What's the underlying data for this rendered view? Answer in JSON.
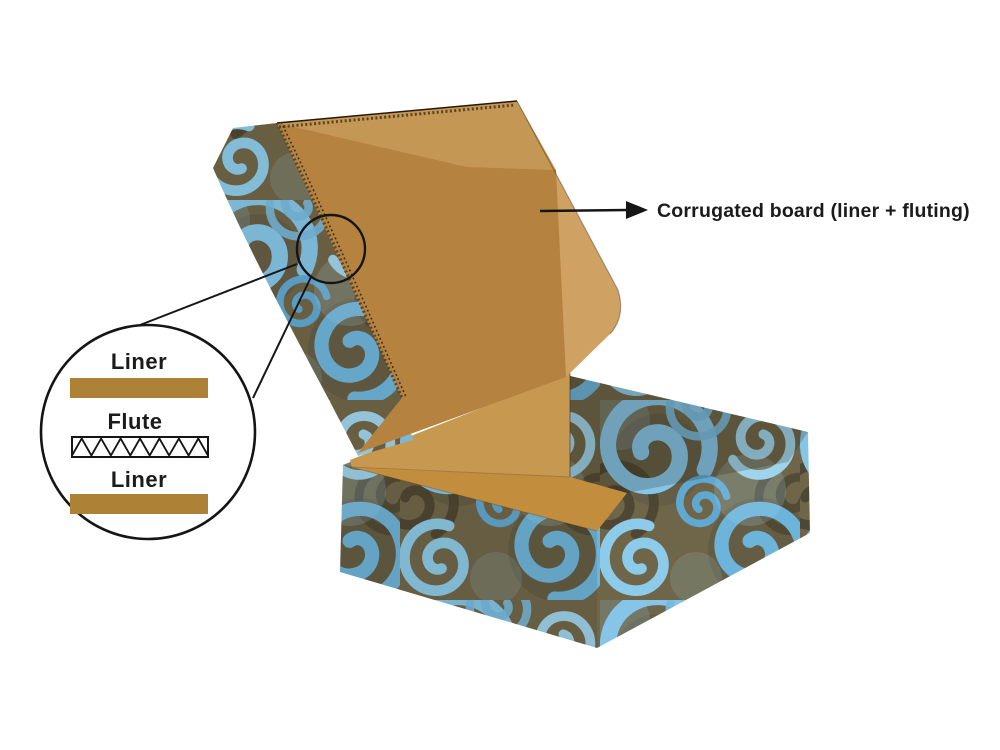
{
  "figure": {
    "type": "diagram",
    "subject": "corrugated mailer box construction",
    "annotation_label": "Corrugated board (liner + fluting)",
    "callout": {
      "layers": [
        {
          "label": "Liner",
          "kind": "liner"
        },
        {
          "label": "Flute",
          "kind": "flute"
        },
        {
          "label": "Liner",
          "kind": "liner"
        }
      ]
    },
    "colors": {
      "background": "#ffffff",
      "outline": "#151515",
      "kraft_panel": "#b5823f",
      "kraft_top_flap": "#c59755",
      "kraft_right_flap": "#cfa263",
      "kraft_inner_flap": "#c69850",
      "kraft_floor": "#c28e3e",
      "liner_bar": "#ad8136",
      "pattern_base": "#6f6649",
      "swirl_light": "#85c5e8",
      "swirl_mid": "#6db4da",
      "swirl_deep": "#5fa8d2",
      "swirl_pale": "#9ed3ec",
      "corrugation_dots": "#5a4527"
    }
  }
}
